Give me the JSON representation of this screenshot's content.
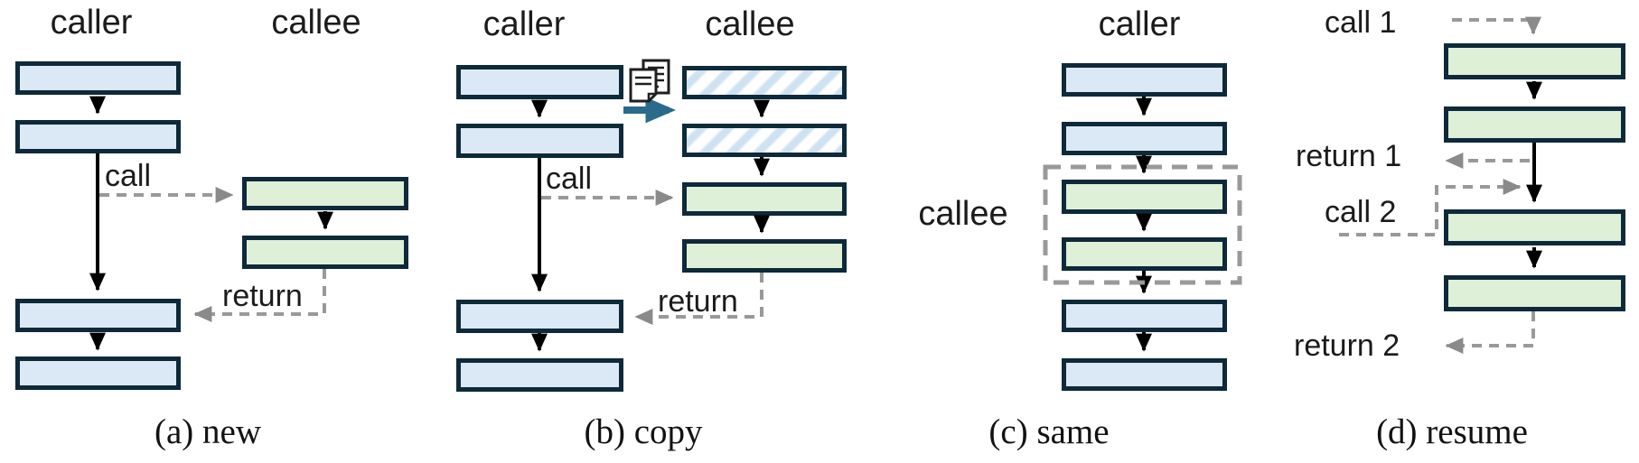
{
  "figure": {
    "panels": {
      "a": {
        "caption": "(a) new",
        "caller_header": "caller",
        "callee_header": "callee",
        "call_label": "call",
        "return_label": "return"
      },
      "b": {
        "caption": "(b) copy",
        "caller_header": "caller",
        "callee_header": "callee",
        "call_label": "call",
        "return_label": "return"
      },
      "c": {
        "caption": "(c) same",
        "caller_header": "caller",
        "callee_label": "callee"
      },
      "d": {
        "caption": "(d) resume",
        "call1_label": "call 1",
        "return1_label": "return 1",
        "call2_label": "call 2",
        "return2_label": "return 2"
      }
    },
    "colors": {
      "box_border": "#0e2a3a",
      "caller_frame_fill": "#dbe9f6",
      "callee_frame_fill": "#def0d8",
      "hatch_stripe": "#cfe2f2",
      "dashed_line": "#999999",
      "solid_arrow": "#000000",
      "copy_arrow": "#2a6b8c"
    },
    "icons": {
      "copy": "copy-document-icon"
    }
  }
}
